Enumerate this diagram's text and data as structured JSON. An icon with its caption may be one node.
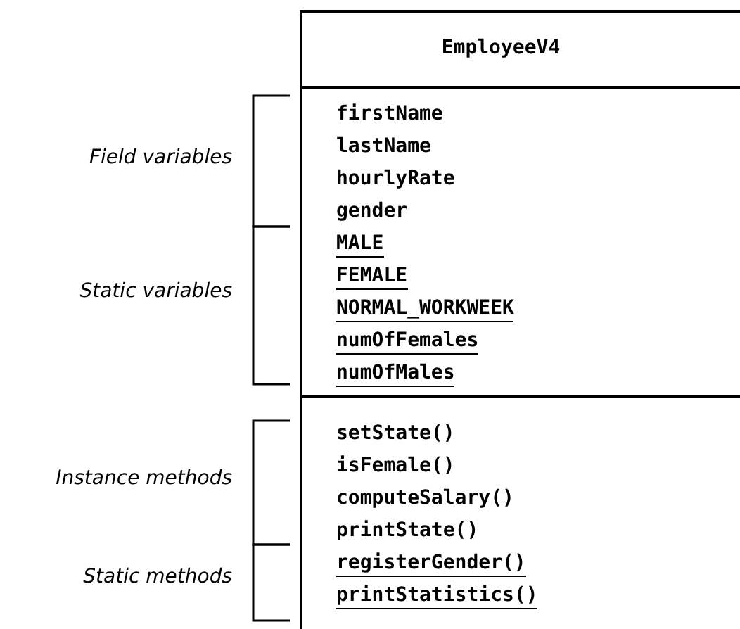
{
  "diagram": {
    "nodes": [
      {
        "text": [
          "EmployeeV4"
        ]
      },
      {
        "text": [
          "firstName",
          "lastName",
          "hourlyRate",
          "gender",
          "MALE",
          "FEMALE",
          "NORMAL_WORKWEEK",
          "numOfFemales",
          "numOfMales"
        ],
        "in": 0
      },
      {
        "text": [
          "setState()",
          "isFemale()",
          "computeSalary()",
          "printState()",
          "registerGender()",
          "printStatistics()"
        ],
        "in": 0
      }
    ],
    "labels": [
      "Field variables",
      "Static variables",
      "Instance methods",
      "Static methods"
    ]
  }
}
